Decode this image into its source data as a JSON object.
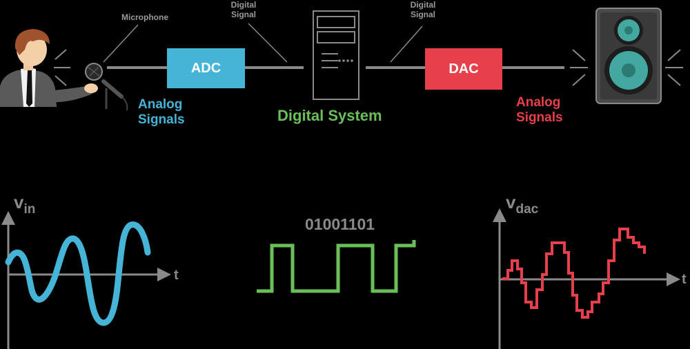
{
  "labels": {
    "microphone": "Microphone",
    "digital_signal_left": "Digital\nSignal",
    "digital_signal_right": "Digital\nSignal",
    "adc": "ADC",
    "dac": "DAC",
    "analog_signals_left": "Analog\nSignals",
    "digital_system": "Digital System",
    "analog_signals_right": "Analog\nSignals"
  },
  "plots": {
    "vin_label_v": "v",
    "vin_label_sub": "in",
    "vin_axis_t": "t",
    "bits": "01001101",
    "vdac_label_v": "v",
    "vdac_label_sub": "dac",
    "vdac_axis_t": "t"
  },
  "colors": {
    "analog_blue": "#45b4d6",
    "digital_green": "#6bbf59",
    "dac_red": "#e8404a",
    "line_gray": "#8a8a8a",
    "label_gray": "#9a9a9a"
  },
  "icons": [
    "person-icon",
    "microphone-icon",
    "computer-tower-icon",
    "speaker-icon",
    "sound-wave-icon"
  ]
}
